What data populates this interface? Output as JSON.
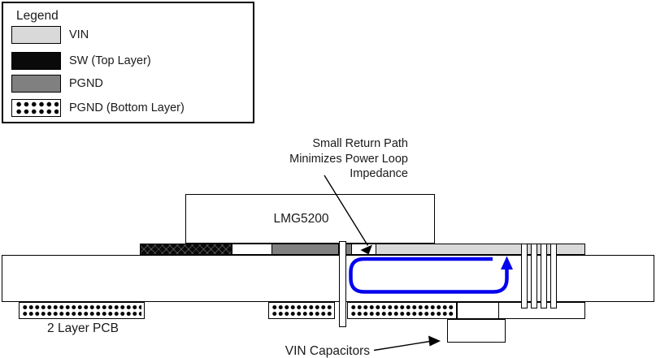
{
  "colors": {
    "vin_fill": "#d9d9d9",
    "sw_fill": "#0a0a0a",
    "pgnd_fill": "#808080",
    "loop_blue": "#0202ee",
    "outline": "#000000"
  },
  "legend": {
    "title": "Legend",
    "items": [
      {
        "swatch": "vin",
        "label": "VIN"
      },
      {
        "swatch": "sw",
        "label": "SW (Top Layer)"
      },
      {
        "swatch": "pgnd",
        "label": "PGND"
      },
      {
        "swatch": "pgnd-bottom-dots",
        "label": "PGND (Bottom Layer)"
      }
    ]
  },
  "diagram": {
    "chip_label": "LMG5200",
    "annotation": {
      "line1": "Small Return Path",
      "line2": "Minimizes Power Loop",
      "line3": "Impedance"
    },
    "pcb_label": "2 Layer PCB",
    "capacitors_label": "VIN Capacitors"
  }
}
